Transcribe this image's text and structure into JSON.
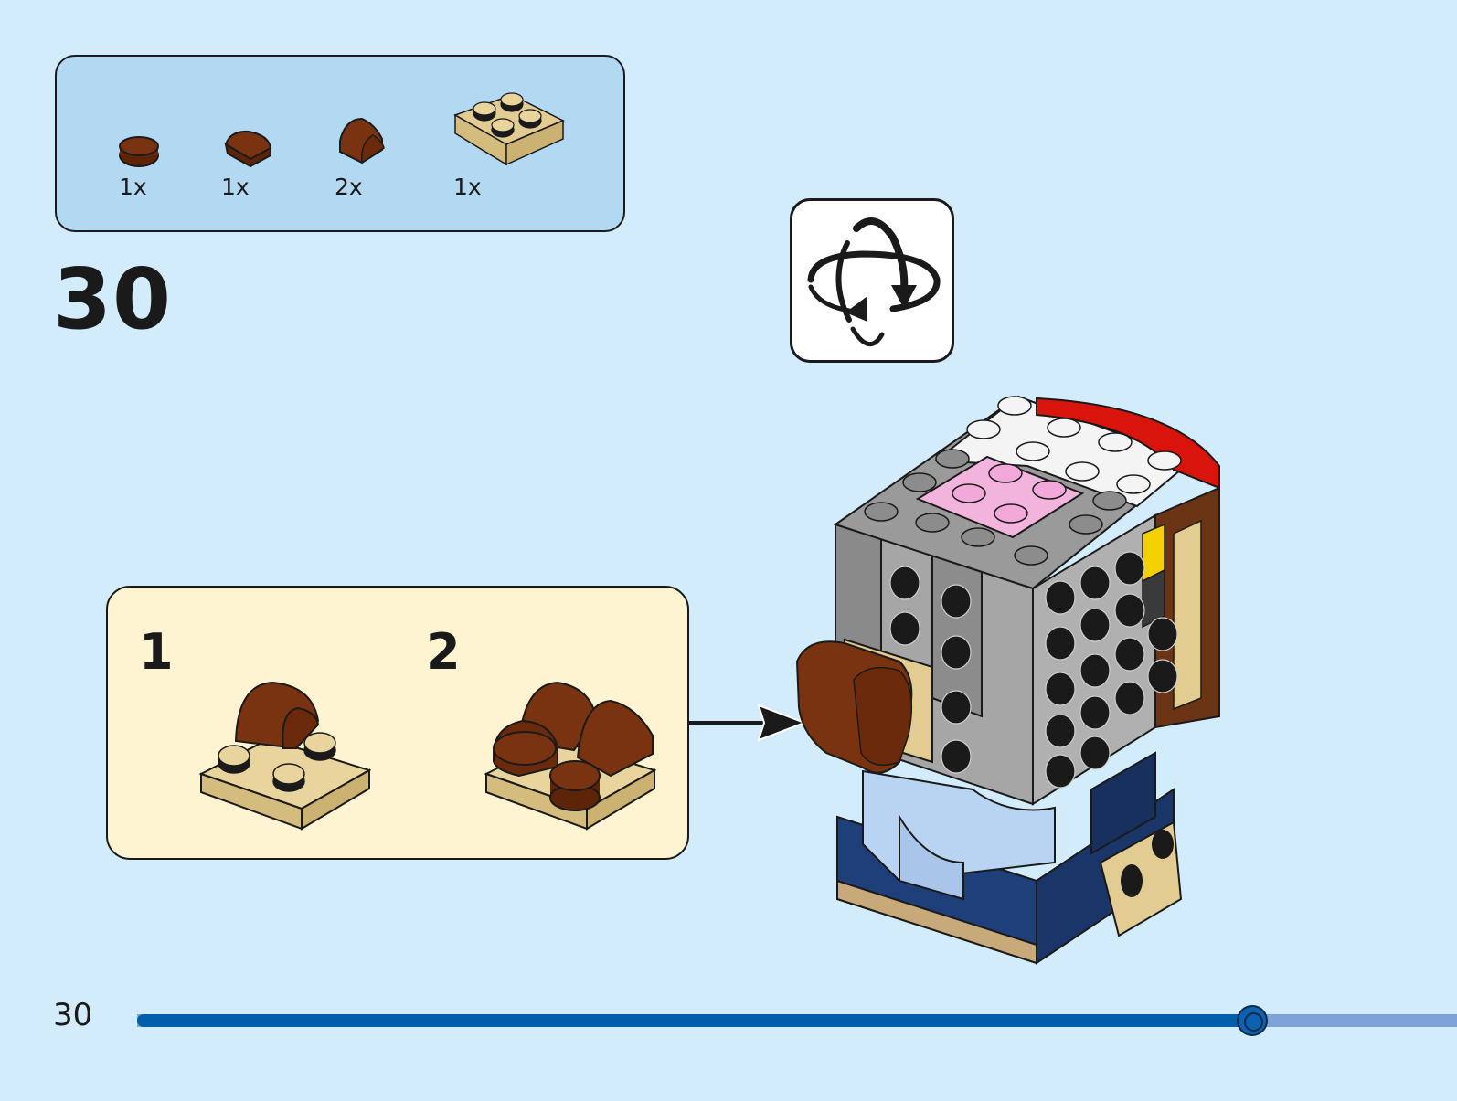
{
  "document": {
    "type": "building instructions",
    "step_number": "30",
    "page_number": "30"
  },
  "parts_list": {
    "items": [
      {
        "name": "round plate 1x1",
        "color": "reddish-brown",
        "quantity": "1x"
      },
      {
        "name": "quarter round tile 1x1",
        "color": "reddish-brown",
        "quantity": "1x"
      },
      {
        "name": "curved slope 1x1",
        "color": "reddish-brown",
        "quantity": "2x"
      },
      {
        "name": "plate 2x2",
        "color": "tan",
        "quantity": "1x"
      }
    ]
  },
  "rotate_indicator": {
    "icon": "rotate-model-icon"
  },
  "sub_assembly": {
    "steps": [
      {
        "number": "1"
      },
      {
        "number": "2"
      }
    ],
    "attach_arrow": "arrow-right-icon"
  },
  "progress": {
    "fraction": 0.845,
    "colors": {
      "filled": "#005fac",
      "remaining": "#7fa3d6"
    }
  },
  "colors": {
    "page_background": "#d3ecfc",
    "parts_box": "#b3d9f2",
    "sub_box": "#fef4d2",
    "brick_brown": "#7a3310",
    "brick_tan": "#e2cc92"
  }
}
